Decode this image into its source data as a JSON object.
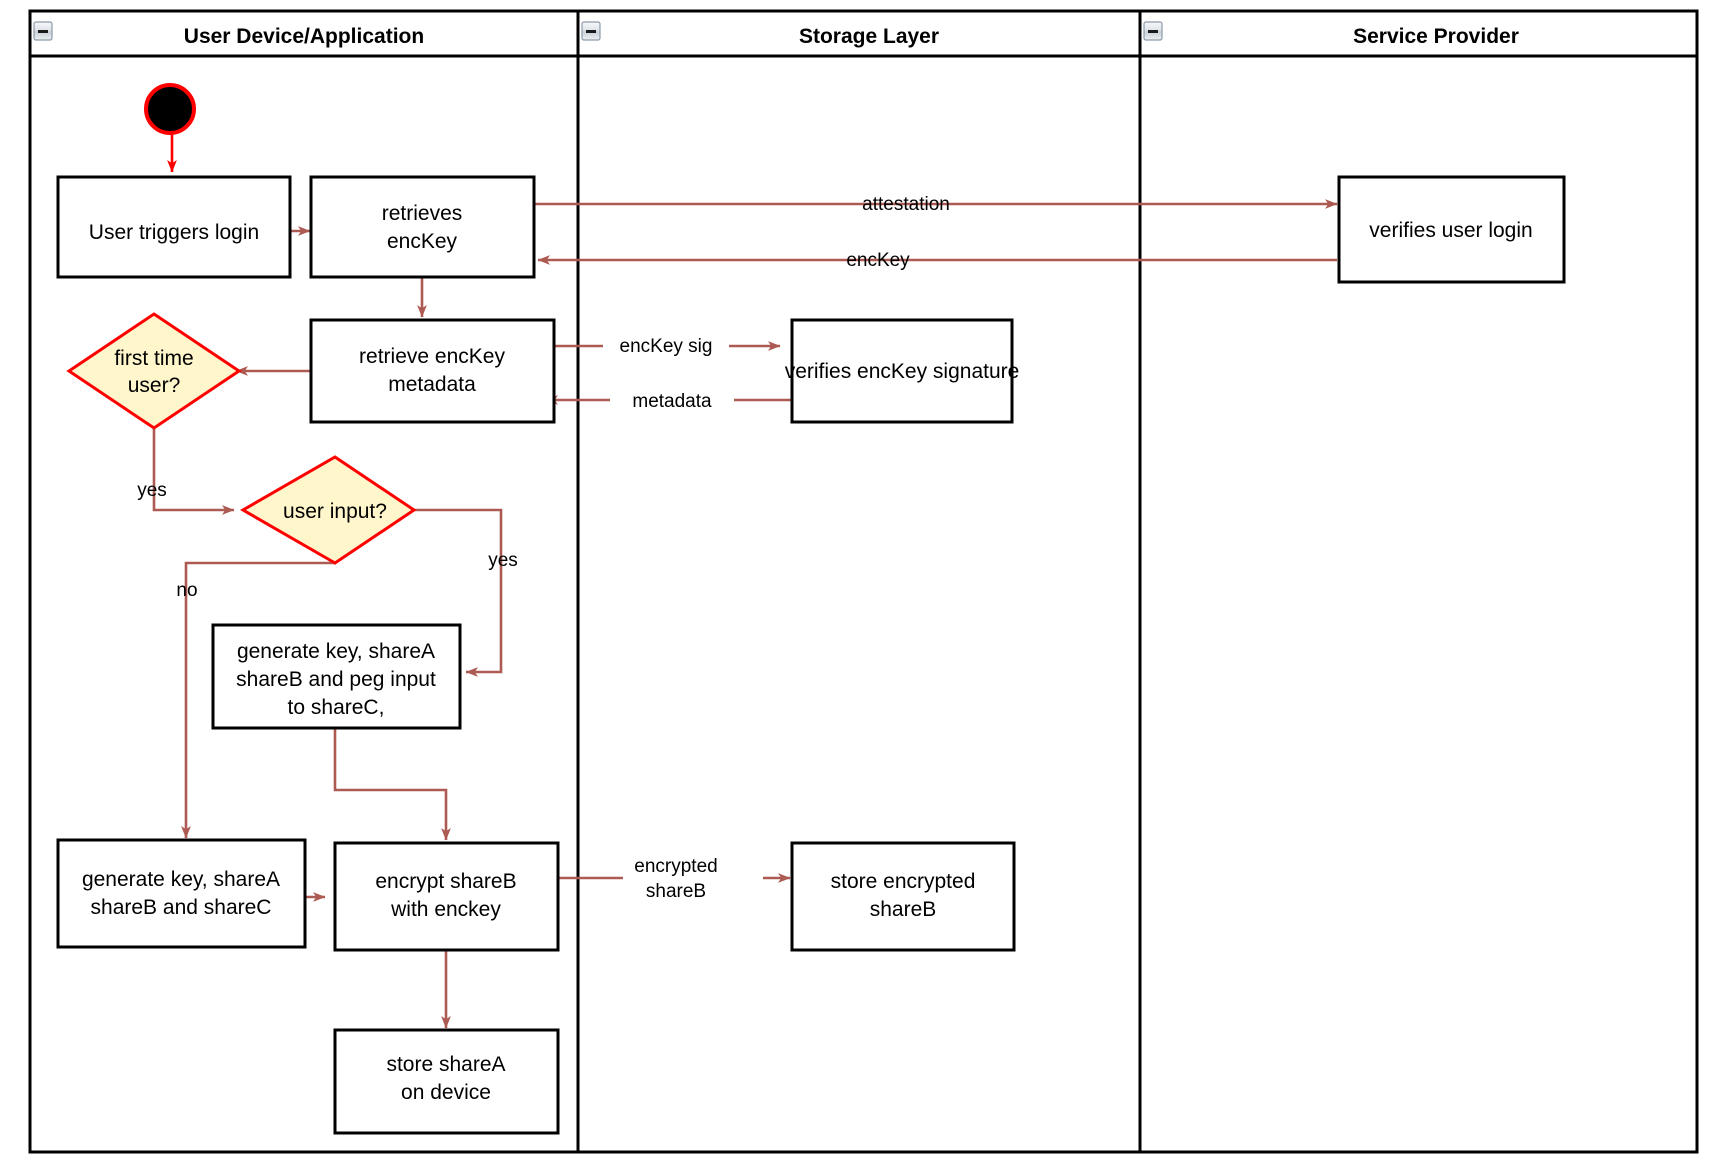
{
  "diagram": {
    "type": "uml-activity-swimlane",
    "title": "",
    "colors": {
      "lane_border": "#000000",
      "node_border": "#000000",
      "node_fill": "#ffffff",
      "decision_border": "#ff0000",
      "decision_fill": "#fff6cc",
      "flow_arrow": "#ac5a52",
      "initial_arrow": "#ff0000",
      "initial_node_fill": "#000000",
      "initial_node_border": "#ff0000",
      "text": "#000000"
    },
    "lanes": [
      {
        "id": "lane-user-device",
        "label": "User Device/Application",
        "collapse_icon": "minus-icon"
      },
      {
        "id": "lane-storage",
        "label": "Storage Layer",
        "collapse_icon": "minus-icon"
      },
      {
        "id": "lane-service-provider",
        "label": "Service Provider",
        "collapse_icon": "minus-icon"
      }
    ],
    "nodes": [
      {
        "id": "initial",
        "shape": "initial",
        "lane": "lane-user-device",
        "label": ""
      },
      {
        "id": "user-triggers-login",
        "shape": "activity",
        "lane": "lane-user-device",
        "label": "User triggers login",
        "lines": [
          "User triggers login"
        ]
      },
      {
        "id": "retrieves-enckey",
        "shape": "activity",
        "lane": "lane-user-device",
        "label": "retrieves encKey",
        "lines": [
          "retrieves",
          "encKey"
        ]
      },
      {
        "id": "retrieve-enckey-metadata",
        "shape": "activity",
        "lane": "lane-user-device",
        "label": "retrieve encKey metadata",
        "lines": [
          "retrieve encKey",
          "metadata"
        ]
      },
      {
        "id": "first-time-user",
        "shape": "decision",
        "lane": "lane-user-device",
        "label": "first time user?",
        "lines": [
          "first time",
          "user?"
        ]
      },
      {
        "id": "user-input",
        "shape": "decision",
        "lane": "lane-user-device",
        "label": "user input?",
        "lines": [
          "user input?"
        ]
      },
      {
        "id": "generate-peg",
        "shape": "activity",
        "lane": "lane-user-device",
        "label": "generate key, shareA shareB and peg input to shareC,",
        "lines": [
          "generate key, shareA",
          "shareB and peg input",
          "to shareC,"
        ]
      },
      {
        "id": "generate-abc",
        "shape": "activity",
        "lane": "lane-user-device",
        "label": "generate key, shareA shareB and shareC",
        "lines": [
          "generate key, shareA",
          "shareB and shareC"
        ]
      },
      {
        "id": "encrypt-shareb",
        "shape": "activity",
        "lane": "lane-user-device",
        "label": "encrypt shareB with enckey",
        "lines": [
          "encrypt shareB",
          "with enckey"
        ]
      },
      {
        "id": "store-sharea",
        "shape": "activity",
        "lane": "lane-user-device",
        "label": "store shareA on device",
        "lines": [
          "store shareA",
          "on device"
        ]
      },
      {
        "id": "verifies-enckey-signature",
        "shape": "activity",
        "lane": "lane-storage",
        "label": "verifies encKey signature",
        "lines": [
          "verifies encKey signature"
        ]
      },
      {
        "id": "store-encrypted-shareb",
        "shape": "activity",
        "lane": "lane-storage",
        "label": "store encrypted shareB",
        "lines": [
          "store encrypted",
          "shareB"
        ]
      },
      {
        "id": "verifies-user-login",
        "shape": "activity",
        "lane": "lane-service-provider",
        "label": "verifies user login",
        "lines": [
          "verifies user login"
        ]
      }
    ],
    "edges": [
      {
        "id": "e-initial",
        "from": "initial",
        "to": "user-triggers-login",
        "label": ""
      },
      {
        "id": "e-login-retrieves",
        "from": "user-triggers-login",
        "to": "retrieves-enckey",
        "label": ""
      },
      {
        "id": "e-attestation",
        "from": "retrieves-enckey",
        "to": "verifies-user-login",
        "label": "attestation"
      },
      {
        "id": "e-enckey",
        "from": "verifies-user-login",
        "to": "retrieves-enckey",
        "label": "encKey"
      },
      {
        "id": "e-retrieves-metadata",
        "from": "retrieves-enckey",
        "to": "retrieve-enckey-metadata",
        "label": ""
      },
      {
        "id": "e-enckey-sig",
        "from": "retrieve-enckey-metadata",
        "to": "verifies-enckey-signature",
        "label": "encKey sig"
      },
      {
        "id": "e-metadata",
        "from": "verifies-enckey-signature",
        "to": "retrieve-enckey-metadata",
        "label": "metadata"
      },
      {
        "id": "e-metadata-firsttime",
        "from": "retrieve-enckey-metadata",
        "to": "first-time-user",
        "label": ""
      },
      {
        "id": "e-firsttime-yes",
        "from": "first-time-user",
        "to": "user-input",
        "label": "yes"
      },
      {
        "id": "e-userinput-yes",
        "from": "user-input",
        "to": "generate-peg",
        "label": "yes"
      },
      {
        "id": "e-userinput-no",
        "from": "user-input",
        "to": "generate-abc",
        "label": "no"
      },
      {
        "id": "e-peg-encrypt",
        "from": "generate-peg",
        "to": "encrypt-shareb",
        "label": ""
      },
      {
        "id": "e-abc-encrypt",
        "from": "generate-abc",
        "to": "encrypt-shareb",
        "label": ""
      },
      {
        "id": "e-encrypted-shareb",
        "from": "encrypt-shareb",
        "to": "store-encrypted-shareb",
        "label": "encrypted shareB",
        "lines": [
          "encrypted",
          "shareB"
        ]
      },
      {
        "id": "e-encrypt-store-sharea",
        "from": "encrypt-shareb",
        "to": "store-sharea",
        "label": ""
      }
    ],
    "edge_labels": {
      "attestation": "attestation",
      "enckey": "encKey",
      "enckey_sig": "encKey sig",
      "metadata": "metadata",
      "yes_first_time": "yes",
      "yes_user_input": "yes",
      "no_user_input": "no",
      "encrypted_line1": "encrypted",
      "encrypted_line2": "shareB"
    }
  }
}
